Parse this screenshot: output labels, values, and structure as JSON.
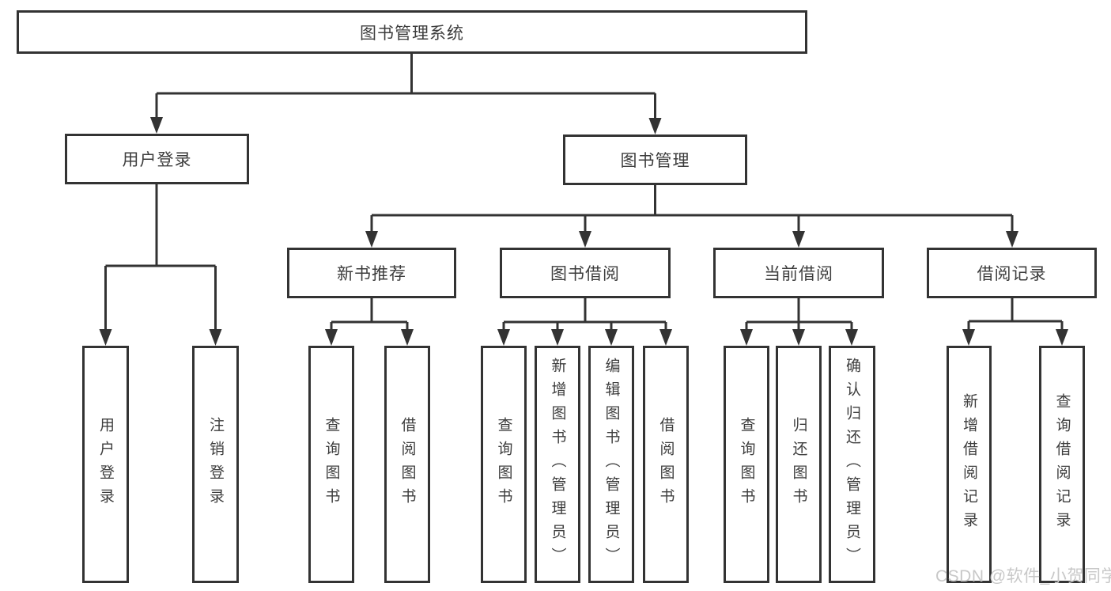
{
  "colors": {
    "line": "#333333",
    "box_fill": "#ffffff",
    "text": "#3d3d3d",
    "watermark": "#c8c8c8"
  },
  "tree": {
    "root": "图书管理系统",
    "login": {
      "label": "用户登录",
      "children": [
        "用户登录",
        "注销登录"
      ]
    },
    "mgmt": {
      "label": "图书管理",
      "sections": [
        {
          "label": "新书推荐",
          "children": [
            "查询图书",
            "借阅图书"
          ]
        },
        {
          "label": "图书借阅",
          "children": [
            "查询图书",
            "新增图书（管理员）",
            "编辑图书（管理员）",
            "借阅图书"
          ]
        },
        {
          "label": "当前借阅",
          "children": [
            "查询图书",
            "归还图书",
            "确认归还（管理员）"
          ]
        },
        {
          "label": "借阅记录",
          "children": [
            "新增借阅记录",
            "查询借阅记录"
          ]
        }
      ]
    }
  },
  "watermark": "CSDN @软件_小贺同学"
}
